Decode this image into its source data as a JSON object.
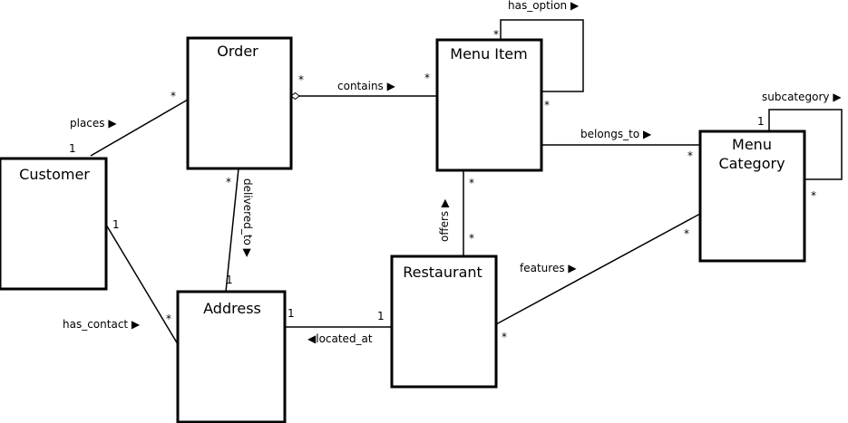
{
  "entities": {
    "order": {
      "name": "Order"
    },
    "menu_item": {
      "name": "Menu Item"
    },
    "customer": {
      "name": "Customer"
    },
    "menu_category": {
      "name_line1": "Menu",
      "name_line2": "Category"
    },
    "address": {
      "name": "Address"
    },
    "restaurant": {
      "name": "Restaurant"
    }
  },
  "relationships": {
    "places": {
      "label": "places ▶",
      "mult_source": "1",
      "mult_target": "*"
    },
    "contains": {
      "label": "contains ▶",
      "mult_source": "*",
      "mult_target": "*",
      "aggregation": "hollow-diamond"
    },
    "has_option": {
      "label": "has_option ▶",
      "mult_source": "*",
      "mult_target": "*"
    },
    "belongs_to": {
      "label": "belongs_to ▶",
      "mult_target": "*"
    },
    "subcategory": {
      "label": "subcategory ▶",
      "mult_source": "1",
      "mult_target": "*"
    },
    "delivered_to": {
      "label": "delivered_to ▶",
      "mult_source": "*",
      "mult_target": "1"
    },
    "offers": {
      "label": "offers ▶",
      "mult_source": "*",
      "mult_target": "*"
    },
    "has_contact": {
      "label": "has_contact ▶",
      "mult_source": "1",
      "mult_target": "*"
    },
    "located_at": {
      "label": "◀located_at",
      "mult_source": "1",
      "mult_target": "1"
    },
    "features": {
      "label": "features ▶",
      "mult_source": "*",
      "mult_target": "*"
    }
  },
  "colors": {
    "line": "#000000",
    "box_fill": "#ffffff"
  }
}
